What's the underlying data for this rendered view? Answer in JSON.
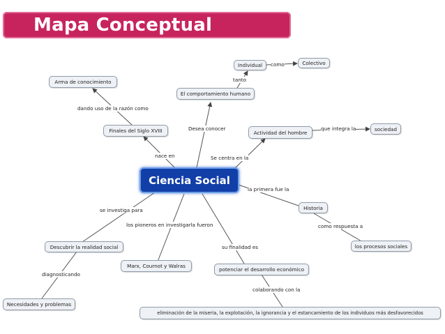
{
  "header": {
    "title": "Mapa Conceptual"
  },
  "colors": {
    "title_bar": "#c7245d",
    "central_node": "#123ea8",
    "node_fill": "#eef1f5"
  },
  "nodes": {
    "individual": "Individual",
    "colectivo": "Colectivo",
    "comportamiento": "El comportamiento humano",
    "arma": "Arma de conocimiento",
    "finales": "Finales del Siglo XVIII",
    "actividad": "Actividad del hombre",
    "sociedad": "sociedad",
    "ciencia": "Ciencia Social",
    "historia": "Historia",
    "procesos": "los procesos sociales",
    "descubrir": "Descubrir la realidad social",
    "marx": "Marx, Cournot y Walras",
    "potenciar": "potenciar el desarrollo económico",
    "necesidades": "Necesidades y problemas",
    "eliminacion": "eliminación de la miseria, la explotación, la ignorancia y el estancamiento de los individuos más desfavorecidos"
  },
  "links": {
    "como": "como",
    "tanto": "tanto",
    "dando": "dando uso de la razón como",
    "desea": "Desea conocer",
    "integra": "que integra la",
    "nace": "nace en",
    "centra": "Se centra en la",
    "primera": "la primera fue la",
    "investiga": "se investiga para",
    "pioneros": "los pioneros en investigarla fueron",
    "respuesta": "como respuesta a",
    "finalidad": "su finalidad es",
    "diagnosticando": "diagnosticando",
    "colaborando": "colaborando con la"
  }
}
